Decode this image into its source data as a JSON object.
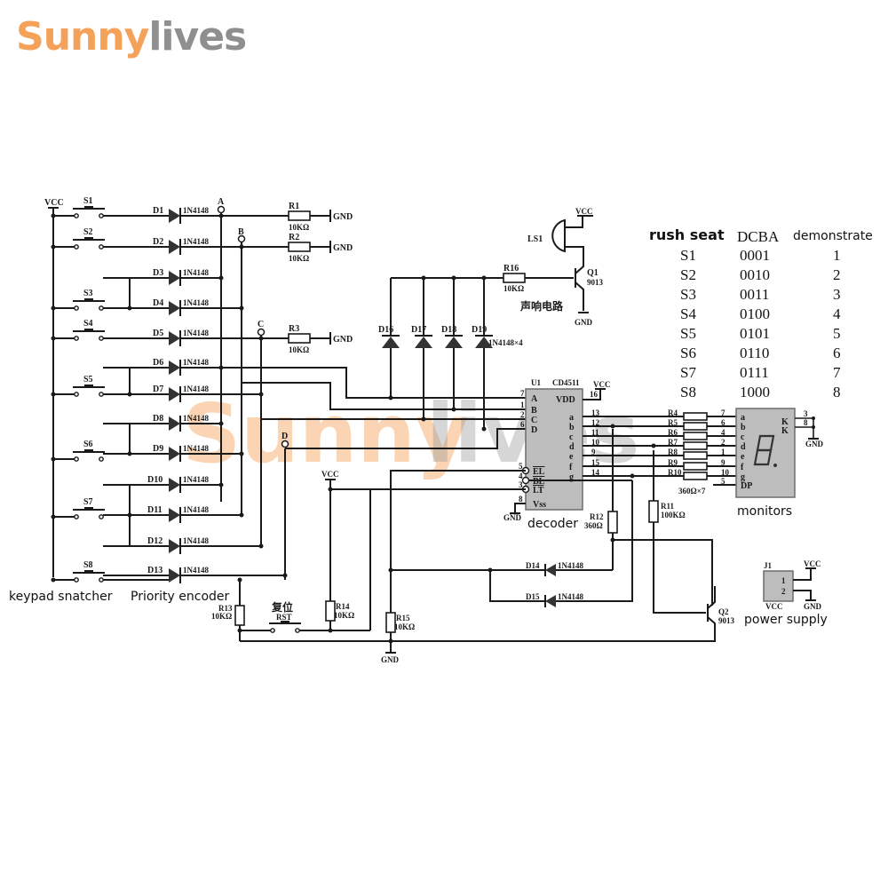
{
  "brand": {
    "part1": "Sunny",
    "part2": "lives",
    "accent_orange": "#f4a259",
    "accent_gray": "#8f8f8f"
  },
  "watermark": {
    "part1": "Sunny",
    "part2": "lives"
  },
  "power": {
    "vcc": "VCC",
    "gnd": "GND"
  },
  "switches": [
    "S1",
    "S2",
    "S3",
    "S4",
    "S5",
    "S6",
    "S7",
    "S8"
  ],
  "encoder_diodes": [
    {
      "ref": "D1",
      "part": "1N4148"
    },
    {
      "ref": "D2",
      "part": "1N4148"
    },
    {
      "ref": "D3",
      "part": "1N4148"
    },
    {
      "ref": "D4",
      "part": "1N4148"
    },
    {
      "ref": "D5",
      "part": "1N4148"
    },
    {
      "ref": "D6",
      "part": "1N4148"
    },
    {
      "ref": "D7",
      "part": "1N4148"
    },
    {
      "ref": "D8",
      "part": "1N4148"
    },
    {
      "ref": "D9",
      "part": "1N4148"
    },
    {
      "ref": "D10",
      "part": "1N4148"
    },
    {
      "ref": "D11",
      "part": "1N4148"
    },
    {
      "ref": "D12",
      "part": "1N4148"
    },
    {
      "ref": "D13",
      "part": "1N4148"
    }
  ],
  "bus_nodes": [
    "A",
    "B",
    "C",
    "D"
  ],
  "pulldowns": [
    {
      "ref": "R1",
      "value": "10KΩ"
    },
    {
      "ref": "R2",
      "value": "10KΩ"
    },
    {
      "ref": "R3",
      "value": "10KΩ"
    }
  ],
  "sound": {
    "speaker": "LS1",
    "resistor_ref": "R16",
    "resistor_value": "10KΩ",
    "transistor_ref": "Q1",
    "transistor_part": "9013",
    "caption": "声响电路",
    "diodes": [
      "D16",
      "D17",
      "D18",
      "D19"
    ],
    "diodes_part": "1N4148×4"
  },
  "decoder": {
    "ref": "U1",
    "part": "CD4511",
    "vdd": "VDD",
    "vss": "Vss",
    "inputs": [
      {
        "pin": "7",
        "name": "A"
      },
      {
        "pin": "1",
        "name": "B"
      },
      {
        "pin": "2",
        "name": "C"
      },
      {
        "pin": "6",
        "name": "D"
      }
    ],
    "controls": [
      {
        "pin": "5",
        "name": "EL"
      },
      {
        "pin": "4",
        "name": "BL"
      },
      {
        "pin": "3",
        "name": "LT"
      },
      {
        "pin": "8",
        "name": "Vss"
      }
    ],
    "vdd_pin": "16",
    "outputs": [
      {
        "pin": "13",
        "name": "a"
      },
      {
        "pin": "12",
        "name": "b"
      },
      {
        "pin": "11",
        "name": "c"
      },
      {
        "pin": "10",
        "name": "d"
      },
      {
        "pin": "9",
        "name": "e"
      },
      {
        "pin": "15",
        "name": "f"
      },
      {
        "pin": "14",
        "name": "g"
      }
    ],
    "caption": "decoder"
  },
  "segment_resistors": {
    "refs": [
      "R4",
      "R5",
      "R6",
      "R7",
      "R8",
      "R9",
      "R10"
    ],
    "value": "360Ω×7"
  },
  "display": {
    "segment_pins": [
      {
        "pin": "7",
        "name": "a"
      },
      {
        "pin": "6",
        "name": "b"
      },
      {
        "pin": "4",
        "name": "c"
      },
      {
        "pin": "2",
        "name": "d"
      },
      {
        "pin": "1",
        "name": "e"
      },
      {
        "pin": "9",
        "name": "f"
      },
      {
        "pin": "10",
        "name": "g"
      },
      {
        "pin": "5",
        "name": "DP"
      }
    ],
    "common": [
      {
        "pin": "3",
        "name": "K"
      },
      {
        "pin": "8",
        "name": "K"
      }
    ],
    "caption": "monitors"
  },
  "latch": {
    "r11": {
      "ref": "R11",
      "value": "100KΩ"
    },
    "r12": {
      "ref": "R12",
      "value": "360Ω"
    },
    "d14": {
      "ref": "D14",
      "part": "1N4148"
    },
    "d15": {
      "ref": "D15",
      "part": "1N4148"
    },
    "q2": {
      "ref": "Q2",
      "part": "9013"
    }
  },
  "reset": {
    "r13": {
      "ref": "R13",
      "value": "10KΩ"
    },
    "r14": {
      "ref": "R14",
      "value": "10KΩ"
    },
    "r15": {
      "ref": "R15",
      "value": "10KΩ"
    },
    "button_cn": "复位",
    "button_ref": "RST"
  },
  "power_jack": {
    "ref": "J1",
    "pins": [
      "1",
      "2"
    ],
    "vcc": "VCC",
    "gnd": "GND",
    "left_label": "VCC",
    "caption": "power supply"
  },
  "captions": {
    "keypad": "keypad snatcher",
    "encoder": "Priority encoder"
  },
  "truth_table": {
    "headers": [
      "rush seat",
      "DCBA",
      "demonstrate"
    ],
    "rows": [
      [
        "S1",
        "0001",
        "1"
      ],
      [
        "S2",
        "0010",
        "2"
      ],
      [
        "S3",
        "0011",
        "3"
      ],
      [
        "S4",
        "0100",
        "4"
      ],
      [
        "S5",
        "0101",
        "5"
      ],
      [
        "S6",
        "0110",
        "6"
      ],
      [
        "S7",
        "0111",
        "7"
      ],
      [
        "S8",
        "1000",
        "8"
      ]
    ]
  }
}
